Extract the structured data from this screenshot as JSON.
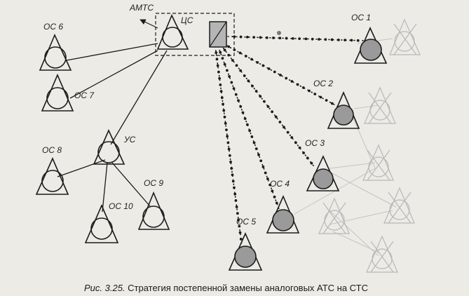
{
  "labels": {
    "amts": "АМТС",
    "cs": "ЦС",
    "us": "УС",
    "os1": "ОС 1",
    "os2": "ОС 2",
    "os3": "ОС 3",
    "os4": "ОС 4",
    "os5": "ОС 5",
    "os6": "ОС 6",
    "os7": "ОС 7",
    "os8": "ОС 8",
    "os9": "ОС 9",
    "os10": "ОС 10"
  },
  "caption": {
    "prefix": "Рис. 3.25.",
    "text": " Стратегия постепенной замены аналоговых АТС на СТС"
  },
  "colors": {
    "ink": "#1c1c1c",
    "digital_fill": "#9a9a9a",
    "switch_fill": "#b5b5b5",
    "faded": "#bdbdbd",
    "background": "#ecebe6"
  }
}
